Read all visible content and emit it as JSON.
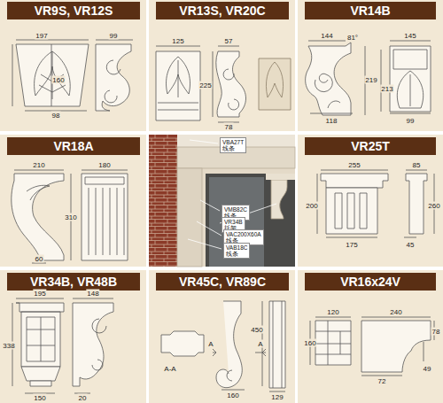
{
  "diagram": {
    "nodes": [
      {
        "text": [
          "VR9S, VR12S"
        ]
      },
      {
        "text": [
          "VR13S, VR20C"
        ]
      },
      {
        "text": [
          "VR14B"
        ]
      },
      {
        "text": [
          "VR18A"
        ]
      },
      {
        "text": [
          "VBA27T",
          "线条"
        ]
      },
      {
        "text": [
          "VMB82C",
          "线条"
        ]
      },
      {
        "text": [
          "VR34B",
          "托架"
        ]
      },
      {
        "text": [
          "VAC200X60A",
          "线条"
        ]
      },
      {
        "text": [
          "VAB18C",
          "线条"
        ]
      },
      {
        "text": [
          "VR25T"
        ]
      },
      {
        "text": [
          "VR34B, VR48B"
        ]
      },
      {
        "text": [
          "VR45C, VR89C"
        ]
      },
      {
        "text": [
          "VR16x24V"
        ]
      }
    ],
    "labels": [
      "197",
      "99",
      "160",
      "98",
      "125",
      "57",
      "225",
      "78",
      "144",
      "81°",
      "145",
      "219",
      "213",
      "118",
      "99",
      "210",
      "180",
      "310",
      "60",
      "255",
      "85",
      "200",
      "260",
      "175",
      "45",
      "195",
      "148",
      "338",
      "150",
      "20",
      "A-A",
      "A",
      "450",
      "A",
      "160",
      "129",
      "120",
      "240",
      "160",
      "78",
      "49",
      "72"
    ]
  }
}
